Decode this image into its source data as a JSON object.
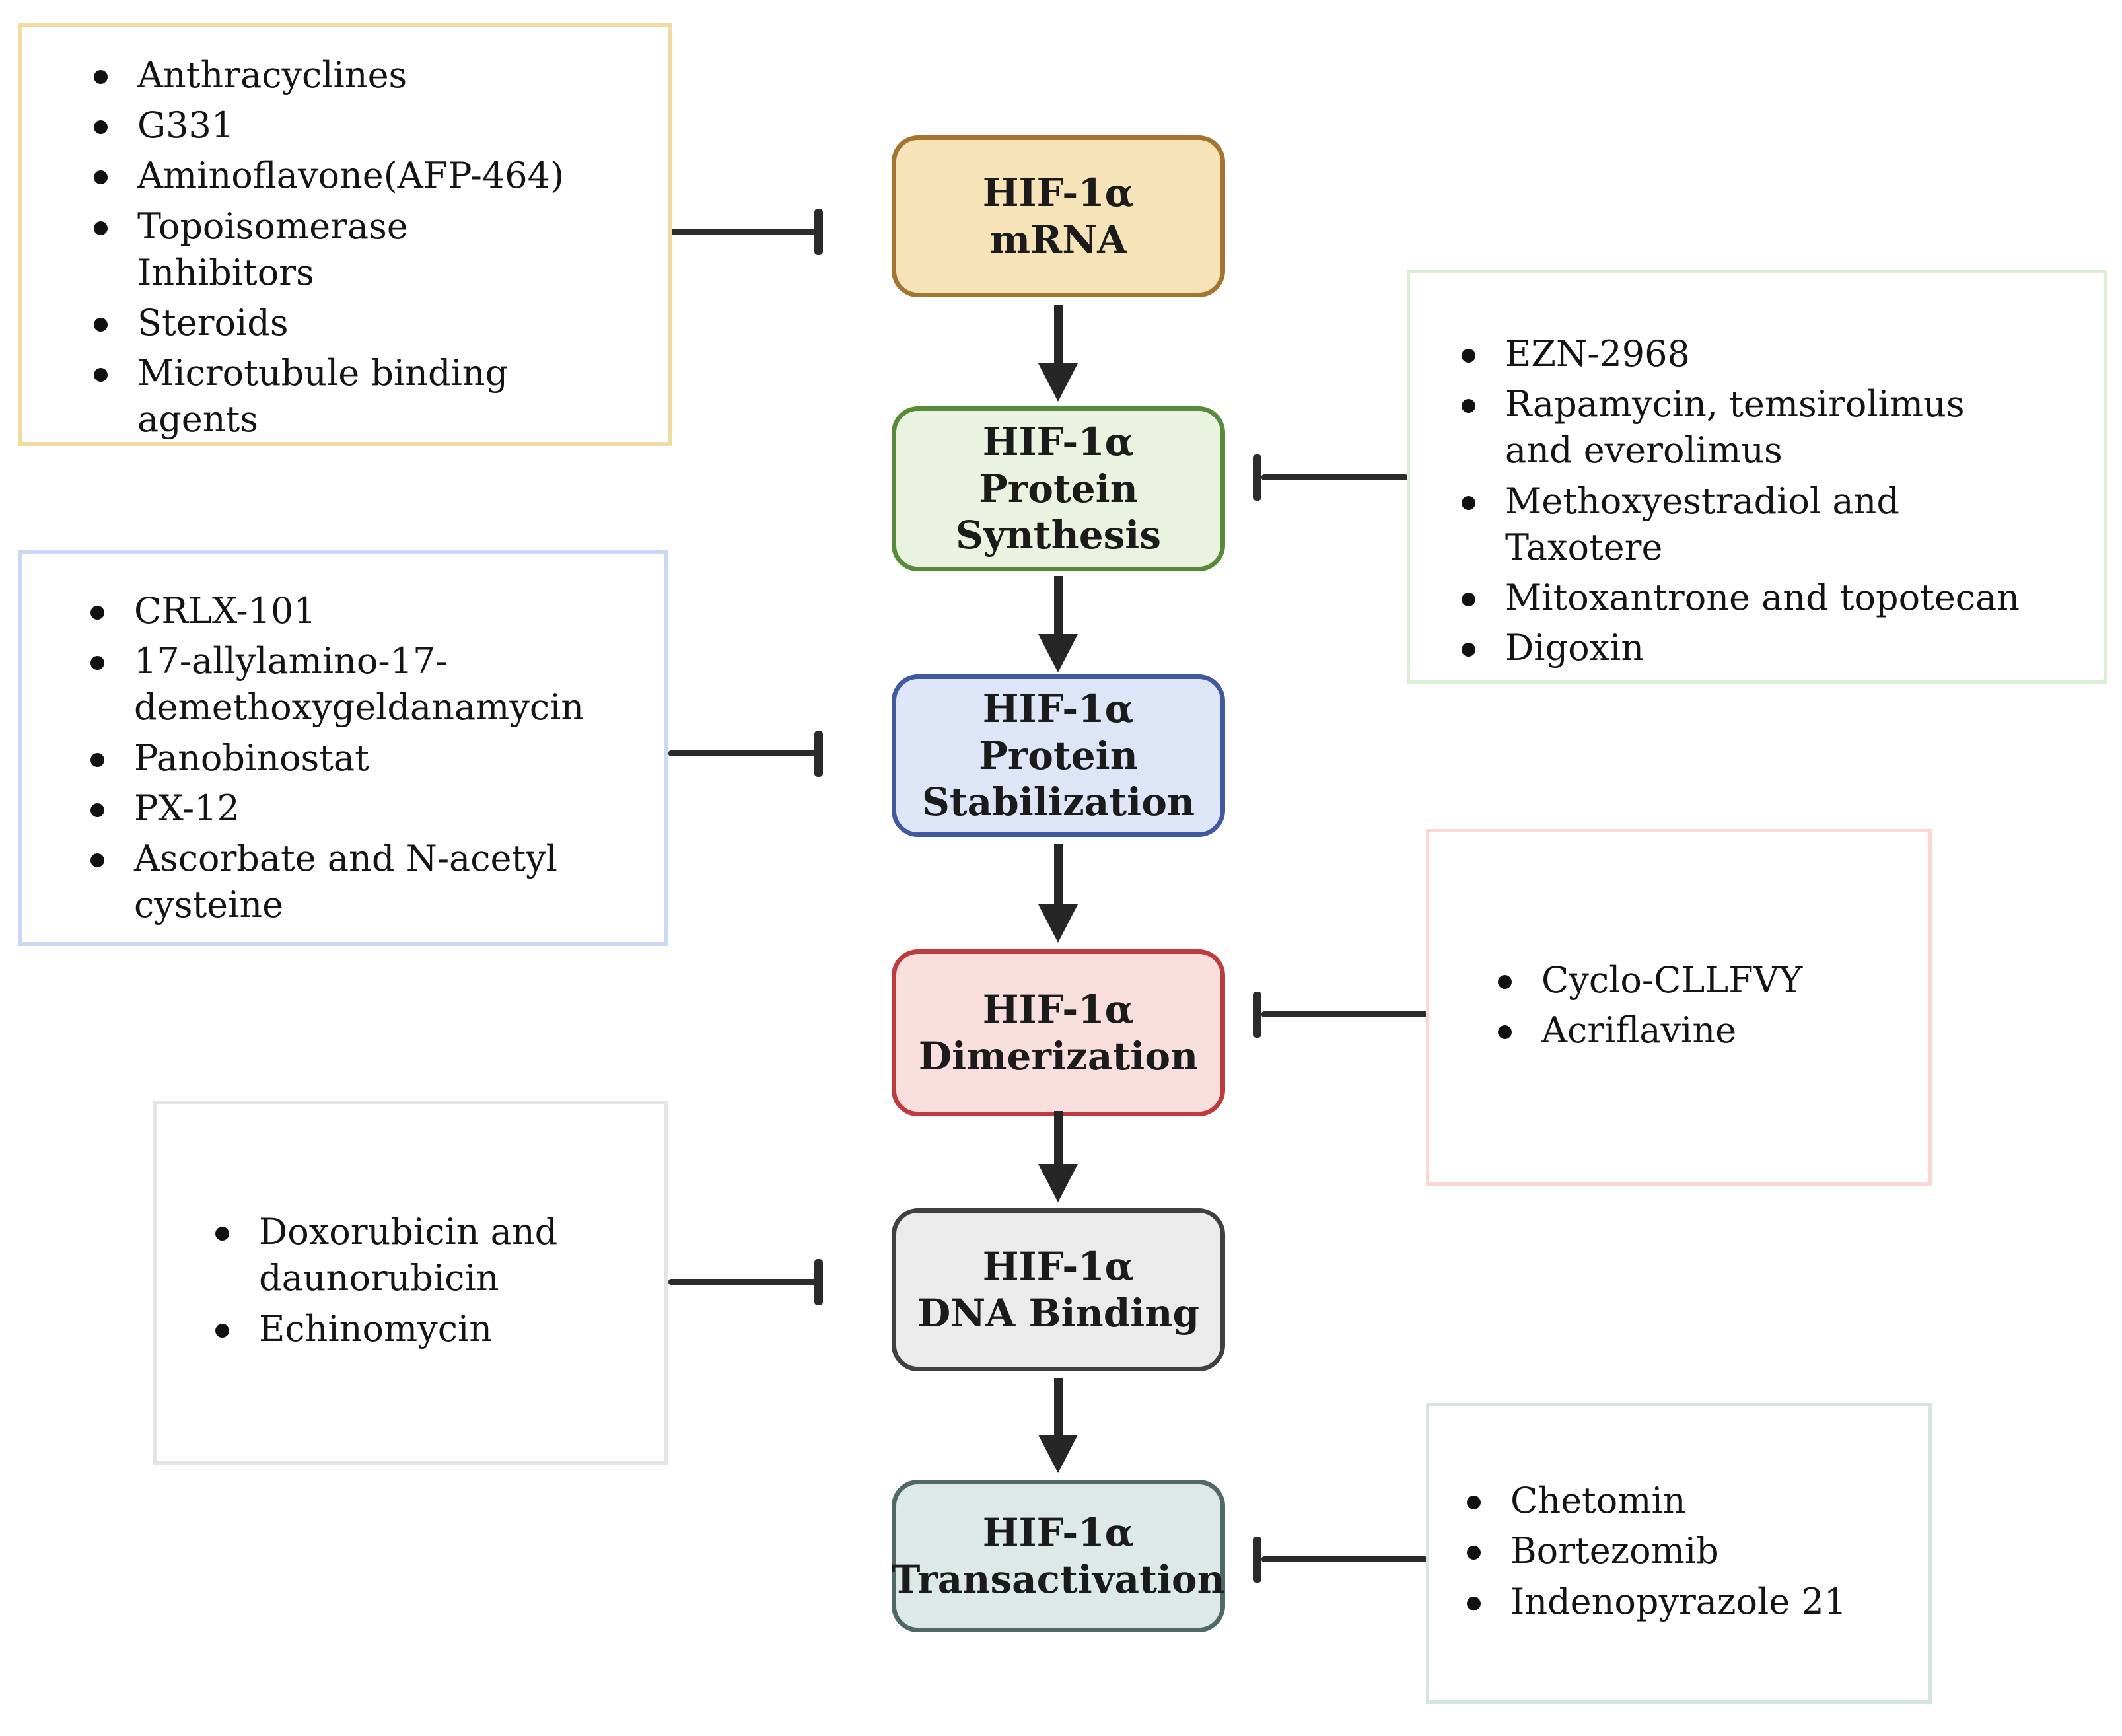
{
  "stages": [
    {
      "label": "HIF-1α\nmRNA",
      "fill": "#f7e3b8",
      "border": "#a5742f"
    },
    {
      "label": "HIF-1α\nProtein\nSynthesis",
      "fill": "#eaf3e0",
      "border": "#578b39"
    },
    {
      "label": "HIF-1α\nProtein\nStabilization",
      "fill": "#dde5f6",
      "border": "#41599f"
    },
    {
      "label": "HIF-1α\nDimerization",
      "fill": "#f9dede",
      "border": "#bf3a3d"
    },
    {
      "label": "HIF-1α\nDNA Binding",
      "fill": "#ebebeb",
      "border": "#3f4040"
    },
    {
      "label": "HIF-1α\nTransactivation",
      "fill": "#dce9e6",
      "border": "#4f6a66"
    }
  ],
  "inhibitor_boxes": [
    {
      "position": "left-of-mrna",
      "border": "#f2dba2",
      "items": [
        "Anthracyclines",
        "G331",
        "Aminoflavone(AFP-464)",
        "Topoisomerase\nInhibitors",
        "Steroids",
        "Microtubule binding\nagents"
      ]
    },
    {
      "position": "right-of-protein-synthesis",
      "border": "#dbeed1",
      "items": [
        "EZN-2968",
        "Rapamycin, temsirolimus\nand everolimus",
        "Methoxyestradiol and\nTaxotere",
        "Mitoxantrone and topotecan",
        "Digoxin"
      ]
    },
    {
      "position": "left-of-protein-stabilization",
      "border": "#cbd8f4",
      "items": [
        "CRLX-101",
        "17-allylamino-17-\ndemethoxygeldanamycin",
        "Panobinostat",
        "PX-12",
        "Ascorbate and N-acetyl\ncysteine"
      ]
    },
    {
      "position": "right-of-dimerization",
      "border": "#fbd6d4",
      "items": [
        "Cyclo-CLLFVY",
        "Acriflavine"
      ]
    },
    {
      "position": "left-of-dna-binding",
      "border": "#e4e4e4",
      "items": [
        "Doxorubicin and\ndaunorubicin",
        "Echinomycin"
      ]
    },
    {
      "position": "right-of-transactivation",
      "border": "#d3e6e1",
      "items": [
        "Chetomin",
        "Bortezomib",
        "Indenopyrazole 21"
      ]
    }
  ],
  "connector_style": {
    "type": "inhibition-tbar",
    "line_color": "#2b2b2b"
  },
  "arrow_color": "#262626"
}
